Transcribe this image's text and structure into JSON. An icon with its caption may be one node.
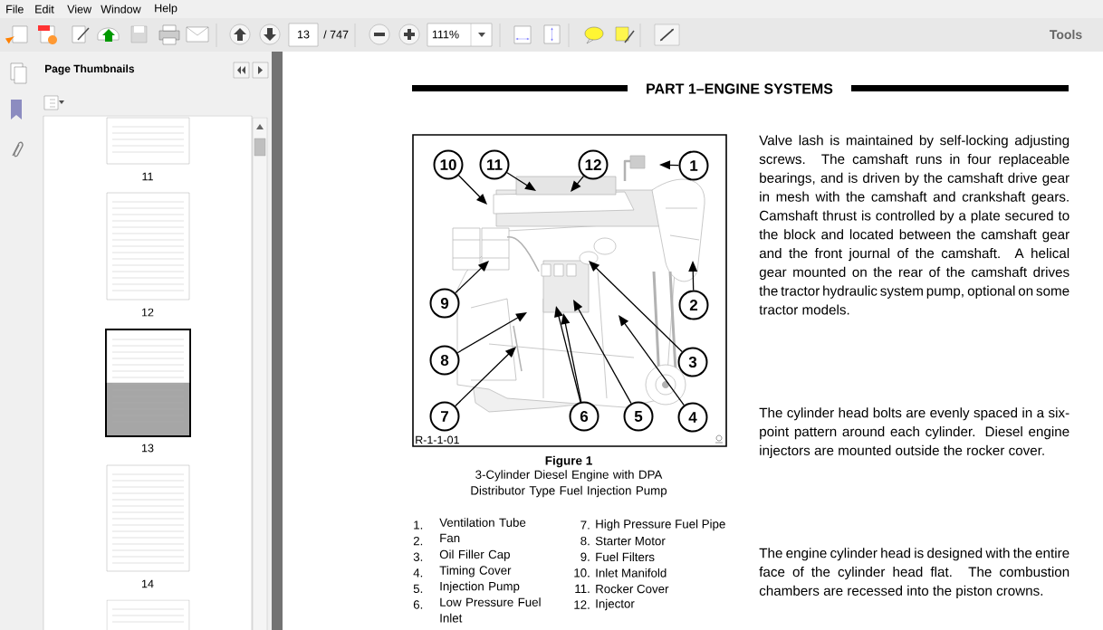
{
  "diagram": {
    "title": "PART 1–ENGINE SYSTEMS",
    "caption": "3-Cylinder Diesel Engine with DPA Distributor Type Fuel Injection Pump",
    "nodes": [
      {
        "text": [
          "1"
        ]
      },
      {
        "text": [
          "2"
        ]
      },
      {
        "text": [
          "3"
        ]
      },
      {
        "text": [
          "4"
        ]
      },
      {
        "text": [
          "5"
        ]
      },
      {
        "text": [
          "6"
        ]
      },
      {
        "text": [
          "7"
        ]
      },
      {
        "text": [
          "8"
        ]
      },
      {
        "text": [
          "9"
        ]
      },
      {
        "text": [
          "10"
        ]
      },
      {
        "text": [
          "11"
        ]
      },
      {
        "text": [
          "12"
        ]
      }
    ],
    "edges": [
      {
        "from": 0,
        "to": null,
        "arrow": "to"
      },
      {
        "from": 1,
        "to": null,
        "arrow": "to"
      },
      {
        "from": 2,
        "to": null,
        "arrow": "to"
      },
      {
        "from": 3,
        "to": null,
        "arrow": "to"
      },
      {
        "from": 4,
        "to": null,
        "arrow": "to"
      },
      {
        "from": 5,
        "to": null,
        "arrow": "to"
      },
      {
        "from": 5,
        "to": null,
        "arrow": "to"
      },
      {
        "from": 6,
        "to": null,
        "arrow": "to"
      },
      {
        "from": 7,
        "to": null,
        "arrow": "to"
      },
      {
        "from": 8,
        "to": null,
        "arrow": "to"
      },
      {
        "from": 9,
        "to": null,
        "arrow": "to"
      },
      {
        "from": 10,
        "to": null,
        "arrow": "to"
      },
      {
        "from": 11,
        "to": null,
        "arrow": "to"
      }
    ],
    "labels": [
      "File",
      "Edit",
      "View",
      "Window",
      "Help",
      "13",
      "/ 747",
      "111%",
      "Tools",
      "Page Thumbnails",
      "11",
      "12",
      "13",
      "14",
      "R-1-1-01",
      "Figure 1",
      "1.",
      "Ventilation Tube",
      "7.",
      "High Pressure Fuel Pipe",
      "2.",
      "Fan",
      "8.",
      "Starter Motor",
      "3.",
      "Oil Filler Cap",
      "9.",
      "Fuel Filters",
      "4.",
      "Timing Cover",
      "10.",
      "Inlet Manifold",
      "5.",
      "Injection Pump",
      "11.",
      "Rocker Cover",
      "6.",
      "Low Pressure Fuel Inlet",
      "12.",
      "Injector",
      "Valve lash is maintained by self-locking adjusting screws. The camshaft runs in four replaceable bearings, and is driven by the camshaft drive gear in mesh with the camshaft and crankshaft gears. Camshaft thrust is controlled by a plate secured to the block and located between the camshaft gear and the front journal of the camshaft. A helical gear mounted on the rear of the camshaft drives the tractor hydraulic system pump, optional on some tractor models.",
      "The cylinder head bolts are evenly spaced in a six-point pattern around each cylinder. Diesel engine injectors are mounted outside the rocker cover.",
      "The engine cylinder head is designed with the entire face of the cylinder head flat. The combustion chambers are recessed into the piston crowns."
    ]
  }
}
